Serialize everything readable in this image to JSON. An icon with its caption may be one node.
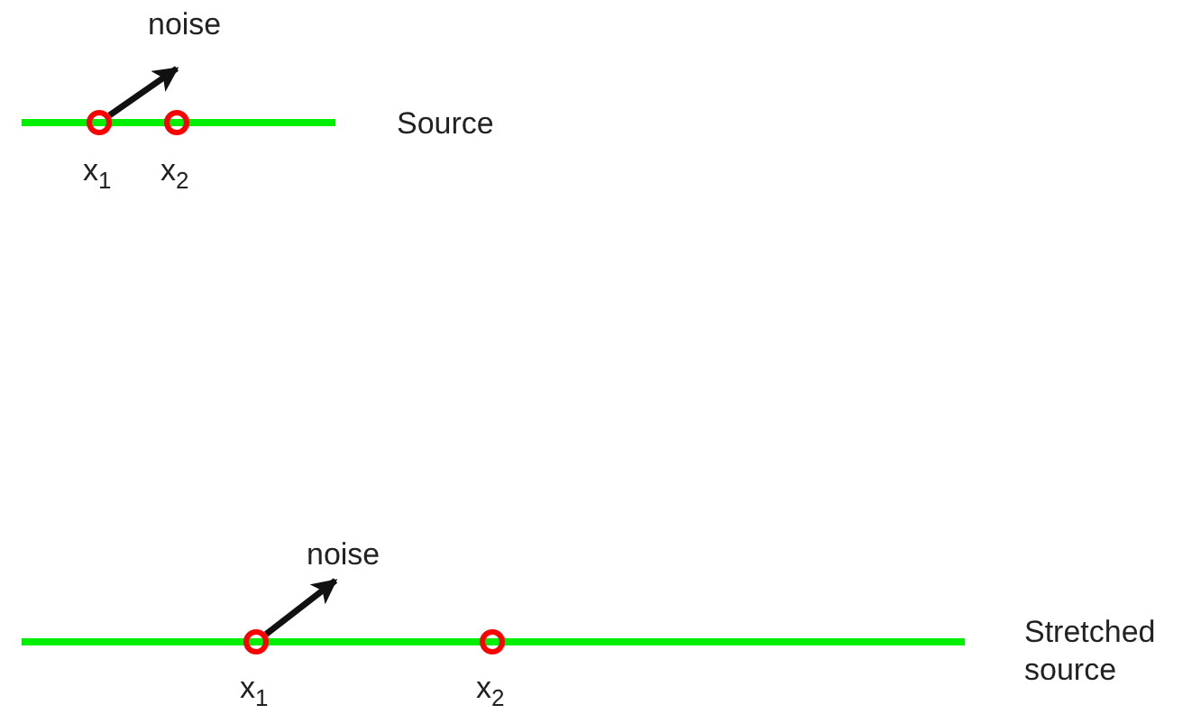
{
  "diagram": {
    "nodes": [
      {
        "text": [],
        "shape": "bar",
        "beside": [
          "Source"
        ]
      },
      {
        "text": [],
        "shape": "circle",
        "beside": [
          "x$_{1}$"
        ]
      },
      {
        "text": [],
        "shape": "circle",
        "beside": [
          "x$_{2}$"
        ]
      },
      {
        "text": [
          "noise"
        ]
      },
      {
        "text": [],
        "shape": "bar",
        "beside": [
          "Stretched source"
        ]
      },
      {
        "text": [],
        "shape": "circle",
        "beside": [
          "x$_{1}$"
        ]
      },
      {
        "text": [],
        "shape": "circle",
        "beside": [
          "x$_{2}$"
        ]
      },
      {
        "text": [
          "noise"
        ]
      }
    ],
    "edges": [
      {
        "from": 1,
        "to": 3,
        "arrow": "to"
      },
      {
        "from": 5,
        "to": 7,
        "arrow": "to"
      }
    ]
  }
}
